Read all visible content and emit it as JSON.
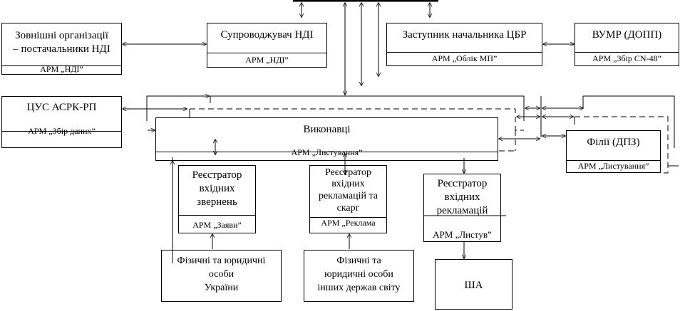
{
  "diagram": {
    "title": "Схема інформаційних потоків",
    "nodes": {
      "external_orgs": {
        "title_lines": [
          "Зовнішні організації",
          "– постачальники НДІ"
        ],
        "sub": "АРМ „НДІ”"
      },
      "ndi_support": {
        "title": "Супроводжувач НДІ",
        "sub": "АРМ „НДІ”"
      },
      "deputy_head": {
        "title": "Заступник начальника ЦБР",
        "sub": "АРМ „Облік МП”"
      },
      "vumr": {
        "title": "ВУМР (ДОПП)",
        "sub": "АРМ „Збір CN-48”"
      },
      "tsus": {
        "title": "ЦУС АСРК-РП",
        "sub": "АРМ „Збір даних”"
      },
      "executors": {
        "title": "Виконавці",
        "sub": "АРМ „Листування”"
      },
      "branches": {
        "title": "Філії (ДПЗ)",
        "sub": "АРМ „Листування”"
      },
      "registrar_requests": {
        "title_lines": [
          "Реєстратор",
          "вхідних",
          "звернень"
        ],
        "sub": "АРМ „Заяви”"
      },
      "registrar_complaints": {
        "title_lines": [
          "Реєстратор",
          "вхідних",
          "рекламацій та",
          "скарг"
        ],
        "sub": "АРМ „Реклама"
      },
      "registrar_claims": {
        "title_lines": [
          "Реєстратор",
          "вхідних",
          "рекламацій"
        ],
        "sub": "АРМ „Листув”"
      },
      "persons_ukraine": {
        "title_lines": [
          "Фізичні та юридичні",
          "особи",
          "України"
        ]
      },
      "persons_foreign": {
        "title_lines": [
          "Фізичні та",
          "юридичні особи",
          "інших держав світу"
        ]
      },
      "usa": {
        "title": "ША"
      }
    }
  }
}
